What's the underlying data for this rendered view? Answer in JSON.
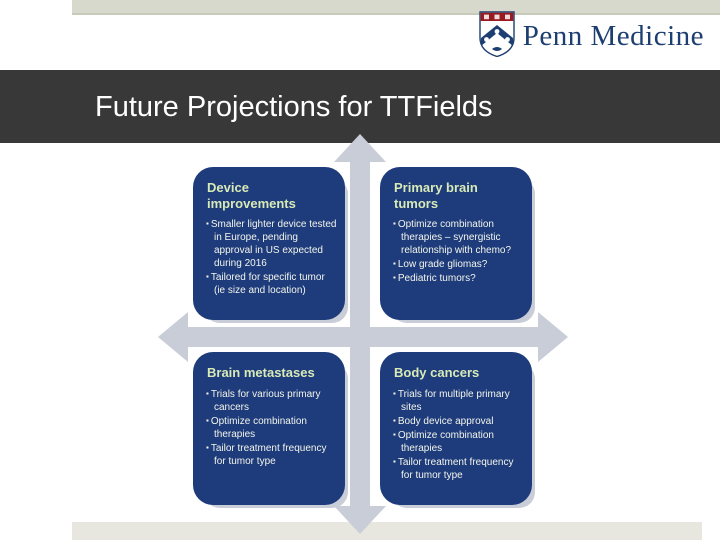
{
  "logo": {
    "text": "Penn Medicine",
    "shield_icon": "penn-shield-icon"
  },
  "title": "Future Projections for TTFields",
  "quadrants": [
    {
      "header": "Device improvements",
      "bullets": [
        "Smaller lighter device tested in Europe, pending approval in US expected during 2016",
        "Tailored for specific tumor (ie size and location)"
      ]
    },
    {
      "header": "Primary brain tumors",
      "bullets": [
        "Optimize combination therapies – synergistic relationship with chemo?",
        "Low grade gliomas?",
        "Pediatric tumors?"
      ]
    },
    {
      "header": "Brain metastases",
      "bullets": [
        "Trials for various primary cancers",
        "Optimize combination therapies",
        "Tailor treatment frequency for tumor type"
      ]
    },
    {
      "header": "Body cancers",
      "bullets": [
        "Trials for multiple primary sites",
        "Body device approval",
        "Optimize combination therapies",
        "Tailor treatment frequency for tumor type"
      ]
    }
  ],
  "icons": {
    "arrows": [
      "up-arrow-icon",
      "left-arrow-icon",
      "right-arrow-icon",
      "down-arrow-icon"
    ]
  },
  "colors": {
    "box_blue": "#1e3b7b",
    "header_green": "#d8eab6",
    "bullet_text": "#f3f6ec",
    "arrow_silver": "#c9cdd8",
    "title_band": "#383838",
    "title_text": "#ffffff",
    "logo_navy": "#1d3e70",
    "shield_red": "#9a1b1f",
    "top_strip": "#d6d9cb",
    "footer_strip": "#e7e7e0"
  }
}
